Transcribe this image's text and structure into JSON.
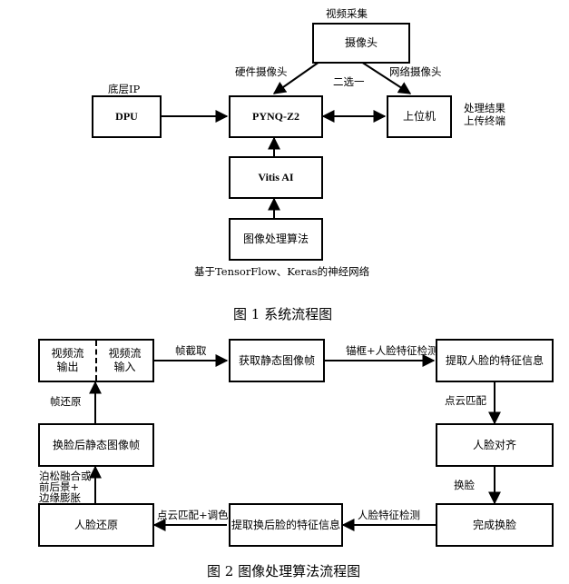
{
  "figure1": {
    "caption": "图 1  系统流程图",
    "nodes": {
      "camera": "摄像头",
      "pynq": "PYNQ-Z2",
      "dpu": "DPU",
      "host": "上位机",
      "vitis": "Vitis AI",
      "algo": "图像处理算法"
    },
    "labels": {
      "video_capture": "视频采集",
      "hardware_camera": "硬件摄像头",
      "network_camera": "网络摄像头",
      "choose_one": "二选一",
      "bottom_ip": "底层IP",
      "result_line1": "处理结果",
      "result_line2": "上传终端",
      "neural_net": "基于TensorFlow、Keras的神经网络"
    }
  },
  "figure2": {
    "caption": "图 2  图像处理算法流程图",
    "nodes": {
      "video_out": "视频流\n输出",
      "video_in": "视频流\n输入",
      "get_frame": "获取静态图像帧",
      "extract_face": "提取人脸的特征信息",
      "face_align": "人脸对齐",
      "swap_done": "完成换脸",
      "extract_swapped": "提取换后脸的特征信息",
      "face_restore": "人脸还原",
      "swapped_frame": "换脸后静态图像帧"
    },
    "labels": {
      "frame_capture": "帧截取",
      "anchor_detect": "锚框+人脸特征检测",
      "point_cloud_match": "点云匹配",
      "swap_face": "换脸",
      "face_feature_detect": "人脸特征检测",
      "match_color": "点云匹配+调色",
      "poisson_line1": "泊松融合或",
      "poisson_line2": "前后景+",
      "poisson_line3": "边缘膨胀",
      "frame_restore": "帧还原"
    }
  }
}
